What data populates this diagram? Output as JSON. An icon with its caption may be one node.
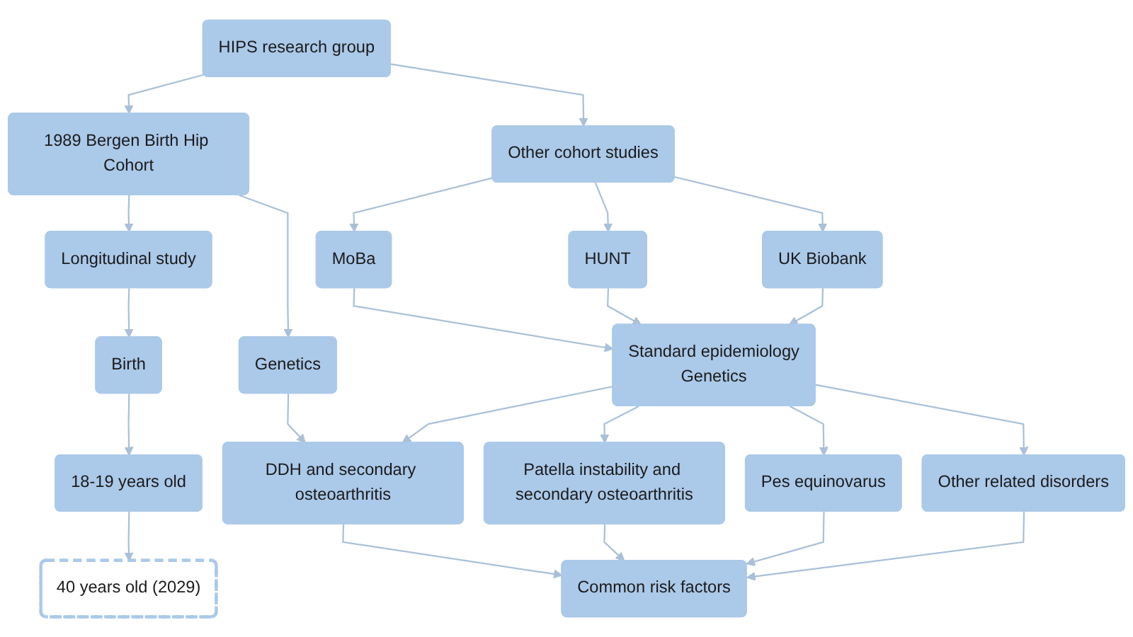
{
  "diagram": {
    "nodes": [
      {
        "text": [
          "HIPS research group"
        ]
      },
      {
        "text": [
          "1989 Bergen Birth Hip Cohort"
        ]
      },
      {
        "text": [
          "Other cohort studies"
        ]
      },
      {
        "text": [
          "Longitudinal study"
        ]
      },
      {
        "text": [
          "Genetics"
        ]
      },
      {
        "text": [
          "MoBa"
        ]
      },
      {
        "text": [
          "HUNT"
        ]
      },
      {
        "text": [
          "UK Biobank"
        ]
      },
      {
        "text": [
          "Standard epidemiology",
          "Genetics"
        ]
      },
      {
        "text": [
          "Birth"
        ]
      },
      {
        "text": [
          "DDH and secondary osteoarthritis"
        ]
      },
      {
        "text": [
          "Patella instability and secondary osteoarthritis"
        ]
      },
      {
        "text": [
          "Pes equinovarus"
        ]
      },
      {
        "text": [
          "Other related disorders"
        ]
      },
      {
        "text": [
          "18-19 years old"
        ]
      },
      {
        "text": [
          "40 years old (2029)"
        ]
      },
      {
        "text": [
          "Common risk factors"
        ]
      }
    ],
    "edges": [
      {
        "from": 0,
        "to": 1,
        "arrow": "to"
      },
      {
        "from": 0,
        "to": 2,
        "arrow": "to"
      },
      {
        "from": 1,
        "to": 3,
        "arrow": "to"
      },
      {
        "from": 1,
        "to": 4,
        "arrow": "to"
      },
      {
        "from": 2,
        "to": 5,
        "arrow": "to"
      },
      {
        "from": 2,
        "to": 6,
        "arrow": "to"
      },
      {
        "from": 2,
        "to": 7,
        "arrow": "to"
      },
      {
        "from": 3,
        "to": 9,
        "arrow": "to"
      },
      {
        "from": 4,
        "to": 10,
        "arrow": "to"
      },
      {
        "from": 5,
        "to": 8,
        "arrow": "to"
      },
      {
        "from": 6,
        "to": 8,
        "arrow": "to"
      },
      {
        "from": 7,
        "to": 8,
        "arrow": "to"
      },
      {
        "from": 8,
        "to": 10,
        "arrow": "to"
      },
      {
        "from": 8,
        "to": 11,
        "arrow": "to"
      },
      {
        "from": 8,
        "to": 12,
        "arrow": "to"
      },
      {
        "from": 8,
        "to": 13,
        "arrow": "to"
      },
      {
        "from": 9,
        "to": 14,
        "arrow": "to"
      },
      {
        "from": 14,
        "to": 15,
        "arrow": "to"
      },
      {
        "from": 10,
        "to": 16,
        "arrow": "to"
      },
      {
        "from": 11,
        "to": 16,
        "arrow": "to"
      },
      {
        "from": 12,
        "to": 16,
        "arrow": "to"
      },
      {
        "from": 13,
        "to": 16,
        "arrow": "to"
      }
    ]
  }
}
